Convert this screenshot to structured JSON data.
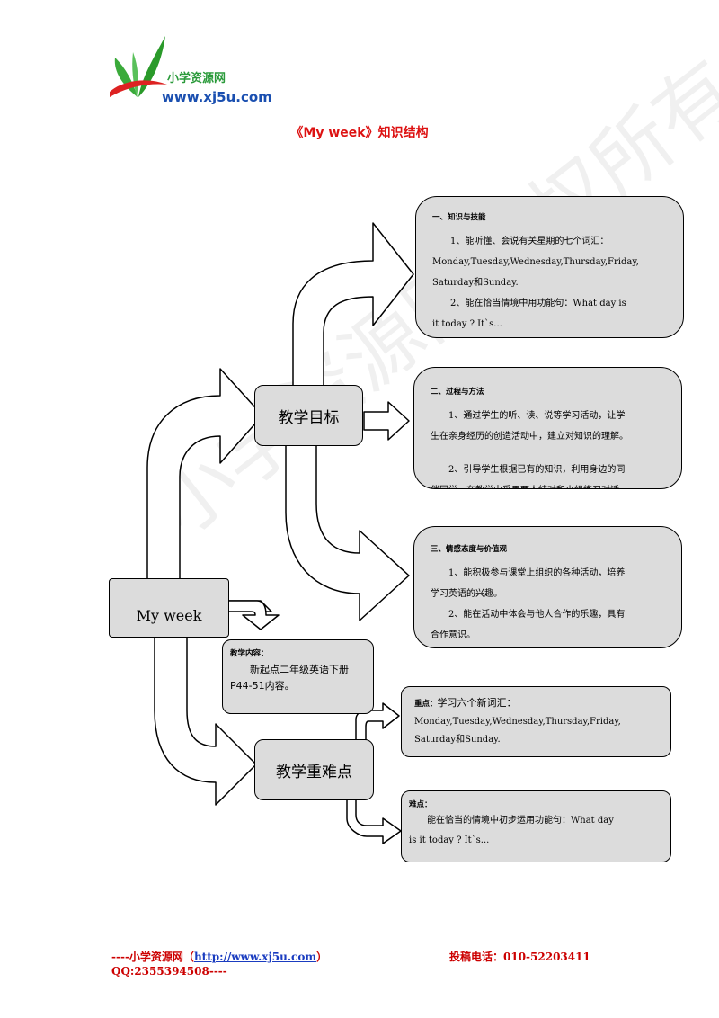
{
  "header": {
    "logo_text": "小学资源网",
    "logo_url": "www.xj5u.com"
  },
  "title": "《My week》知识结构",
  "nodes": {
    "center": "My week",
    "goals": "教学目标",
    "key_points": "教学重难点"
  },
  "goal_boxes": [
    {
      "heading": "一、知识与技能",
      "lines": [
        "1、能听懂、会说有关星期的七个词汇：",
        "Monday,Tuesday,Wednesday,Thursday,Friday,",
        "Saturday和Sunday.",
        "2、能在恰当情境中用功能句：What day is",
        "it today ? It`s..."
      ]
    },
    {
      "heading": "二、过程与方法",
      "lines": [
        "1、通过学生的听、读、说等学习活动，让学",
        "生在亲身经历的创造活动中，建立对知识的理解。",
        "2、引导学生根据已有的知识，利用身边的同",
        "伴同学，在教学中采用两人结对和小组练习对话"
      ]
    },
    {
      "heading": "三、情感态度与价值观",
      "lines": [
        "1、能积极参与课堂上组织的各种活动，培养",
        "学习英语的兴趣。",
        "2、能在活动中体会与他人合作的乐趣，具有",
        "合作意识。"
      ]
    }
  ],
  "content_box": {
    "heading": "教学内容：",
    "lines": [
      "新起点二年级英语下册",
      "P44-51内容。"
    ]
  },
  "key_box": {
    "heading": "重点：",
    "heading_rest": "学习六个新词汇：",
    "lines": [
      "Monday,Tuesday,Wednesday,Thursday,Friday,",
      "Saturday和Sunday."
    ]
  },
  "difficulty_box": {
    "heading": "难点：",
    "lines": [
      "能在恰当的情境中初步运用功能句：What day",
      "is it today ? It`s..."
    ]
  },
  "footer": {
    "site_prefix": "----小学资源网（",
    "site_link": "http://www.xj5u.com",
    "site_suffix": "）",
    "phone": "投稿电话：010-52203411",
    "qq": "QQ:2355394508----"
  },
  "colors": {
    "title": "#dd1111",
    "box_fill": "#dcdcdc",
    "footer_text": "#cc0000",
    "link": "#1a3cc0"
  }
}
